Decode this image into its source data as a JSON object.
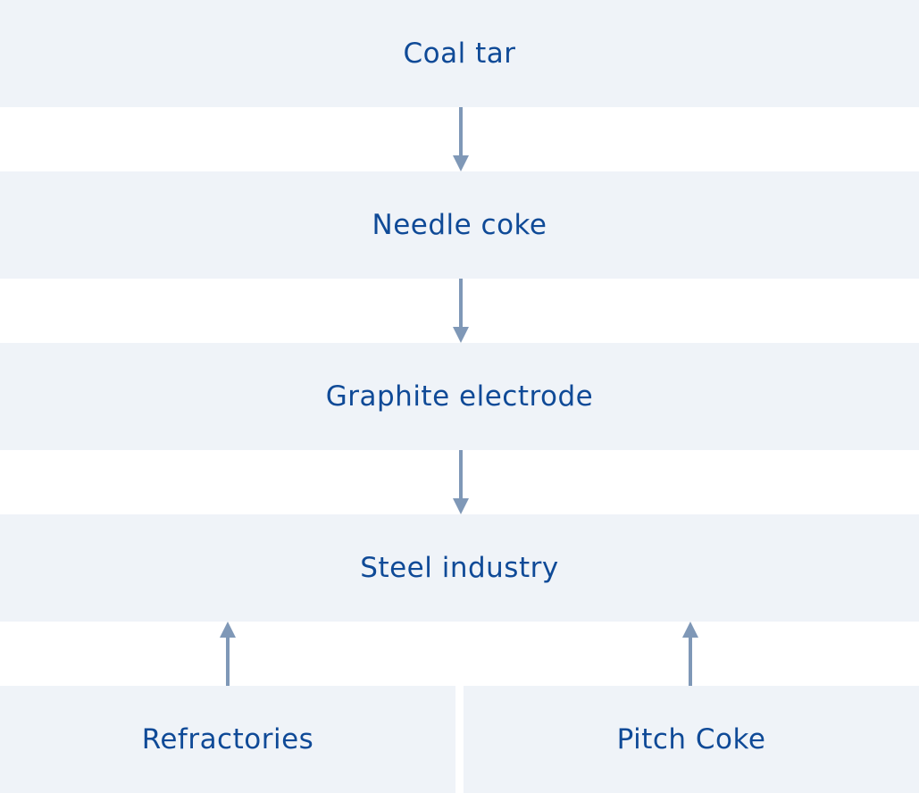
{
  "diagram": {
    "colors": {
      "box_fill": "#eff3f8",
      "text": "#0f4a97",
      "arrow": "#7f98b7",
      "background": "#ffffff"
    },
    "nodes": {
      "coal_tar": "Coal tar",
      "needle_coke": "Needle coke",
      "graphite_electrode": "Graphite electrode",
      "steel_industry": "Steel industry",
      "refractories": "Refractories",
      "pitch_coke": "Pitch Coke"
    },
    "edges": [
      {
        "from": "Coal tar",
        "to": "Needle coke"
      },
      {
        "from": "Needle coke",
        "to": "Graphite electrode"
      },
      {
        "from": "Graphite electrode",
        "to": "Steel industry"
      },
      {
        "from": "Refractories",
        "to": "Steel industry"
      },
      {
        "from": "Pitch Coke",
        "to": "Steel industry"
      }
    ]
  }
}
